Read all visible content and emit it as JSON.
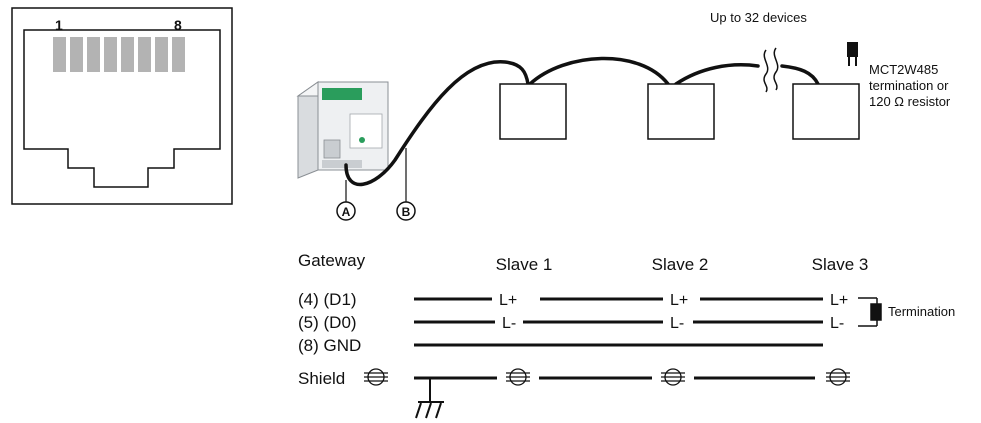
{
  "rj45": {
    "pin_first": "1",
    "pin_last": "8",
    "pin_count": 8
  },
  "topology": {
    "device_count_note": "Up to 32 devices",
    "termination_note_lines": [
      "MCT2W485",
      "termination or",
      "120 Ω resistor"
    ],
    "callout_a": "A",
    "callout_b": "B"
  },
  "wiring": {
    "gateway": "Gateway",
    "slaves": [
      "Slave 1",
      "Slave 2",
      "Slave 3"
    ],
    "lines": {
      "d1": "(4) (D1)",
      "d0": "(5) (D0)",
      "gnd": "(8) GND",
      "shield": "Shield"
    },
    "terminal_plus": "L+",
    "terminal_minus": "L-",
    "termination": "Termination"
  },
  "colors": {
    "line": "#111111",
    "pin_fill": "#b3b3b3",
    "gateway_body": "#eef0f2",
    "gateway_accent": "#2a9d5c"
  }
}
